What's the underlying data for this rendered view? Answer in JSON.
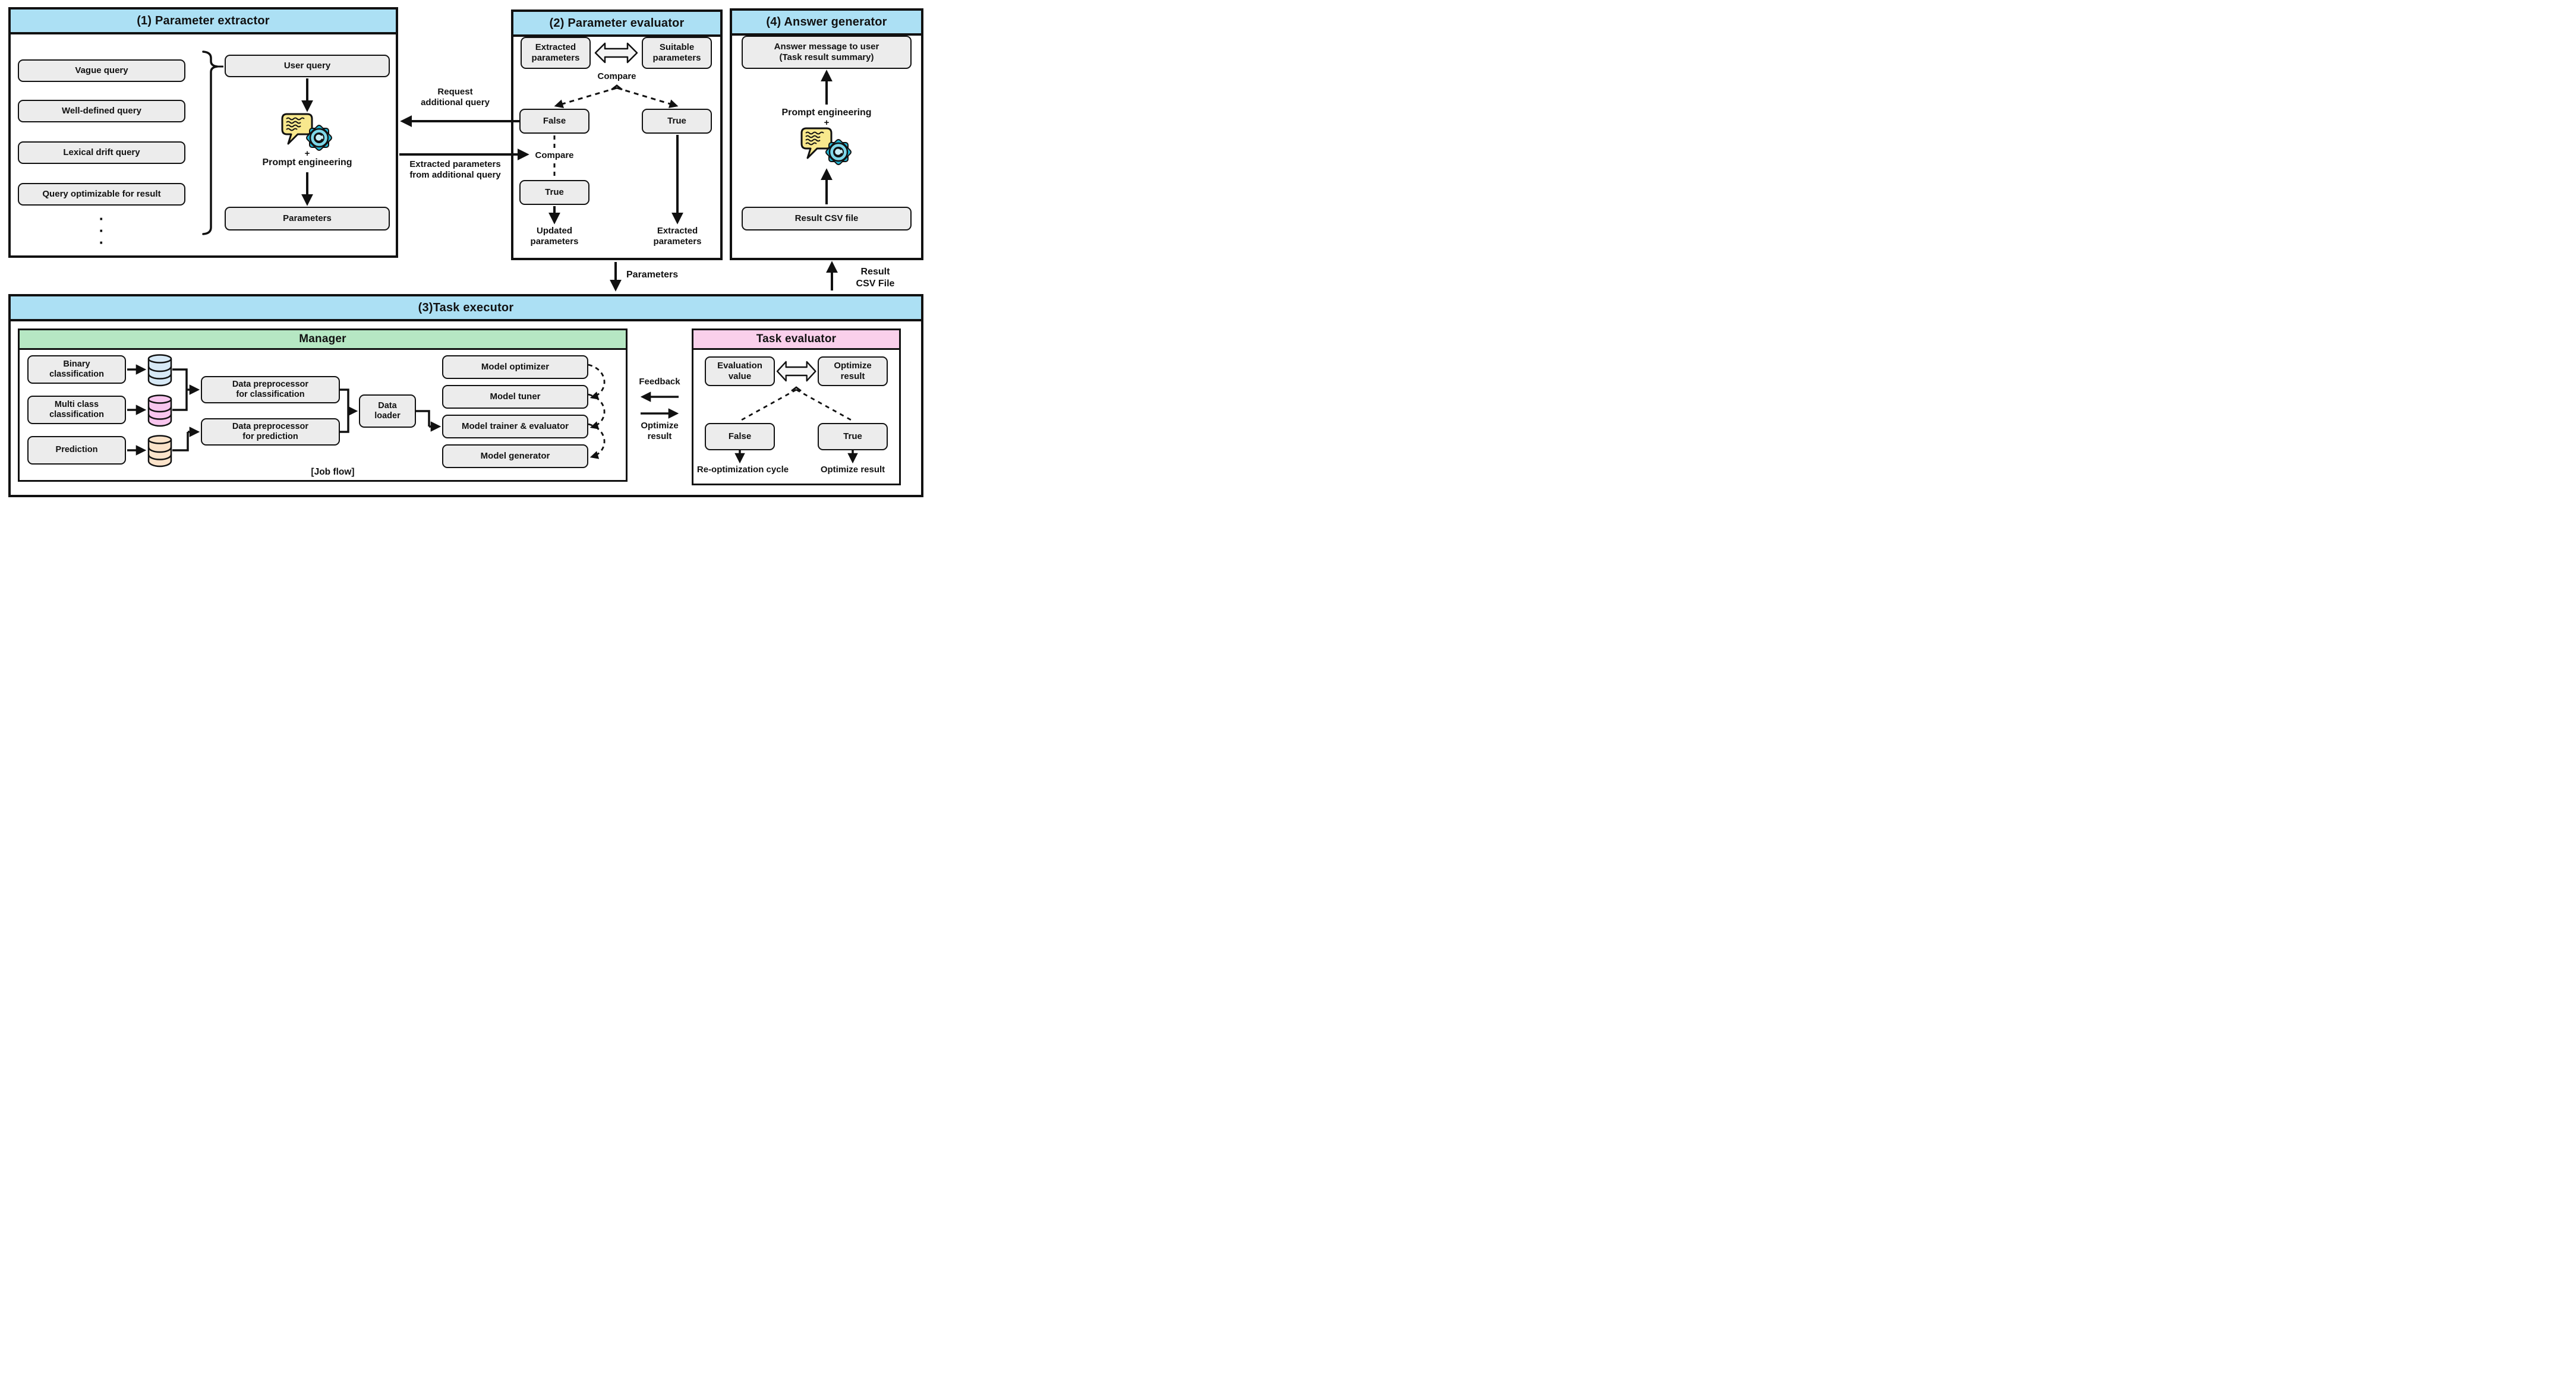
{
  "colors": {
    "header_blue": "#ACE0F4",
    "header_green": "#B6E7C3",
    "header_pink": "#FAD0EB",
    "box_fill": "#ECECEC",
    "line": "#111111",
    "db_blue": "#D7E9F6",
    "db_pink": "#F8C5EE",
    "db_peach": "#FBE3CA",
    "bubble_yellow": "#F8E88D",
    "gear_dark": "#21B6D4",
    "gear_light": "#7ED8E9"
  },
  "extractor": {
    "title": "(1) Parameter extractor",
    "queries": [
      "Vague query",
      "Well-defined query",
      "Lexical drift query",
      "Query optimizable for result"
    ],
    "ellipsis": "·\n·\n·",
    "user_query": "User query",
    "plus": "+",
    "prompt_engineering": "Prompt engineering",
    "parameters": "Parameters"
  },
  "evaluator": {
    "title": "(2) Parameter evaluator",
    "extracted_parameters": "Extracted\nparameters",
    "suitable_parameters": "Suitable\nparameters",
    "compare_top": "Compare",
    "false_label": "False",
    "true_label": "True",
    "compare_mid": "Compare",
    "true_mid_label": "True",
    "updated_parameters": "Updated\nparameters",
    "extracted_parameters_out": "Extracted\nparameters"
  },
  "generator": {
    "title": "(4) Answer generator",
    "answer_message": "Answer message to user\n(Task result summary)",
    "prompt_engineering": "Prompt engineering",
    "plus": "+",
    "result_csv": "Result CSV file"
  },
  "flows": {
    "request_additional_query": "Request\nadditional query",
    "extracted_parameters_from_additional_query": "Extracted parameters\nfrom additional query",
    "parameters": "Parameters",
    "result_csv_file": "Result\nCSV File"
  },
  "executor": {
    "title": "(3)Task executor",
    "manager": {
      "title": "Manager",
      "tasks": [
        "Binary\nclassification",
        "Multi class\nclassification",
        "Prediction"
      ],
      "preprocessor_classification": "Data preprocessor\nfor classification",
      "preprocessor_prediction": "Data preprocessor\nfor prediction",
      "data_loader": "Data\nloader",
      "models": [
        "Model optimizer",
        "Model tuner",
        "Model trainer & evaluator",
        "Model generator"
      ],
      "job_flow": "[Job flow]"
    },
    "feedback": "Feedback",
    "optimize_result": "Optimize\nresult",
    "task_evaluator": {
      "title": "Task evaluator",
      "evaluation_value": "Evaluation\nvalue",
      "optimize_result": "Optimize\nresult",
      "false_label": "False",
      "true_label": "True",
      "reoptimization_cycle": "Re-optimization cycle",
      "optimize_result_out": "Optimize result"
    }
  }
}
